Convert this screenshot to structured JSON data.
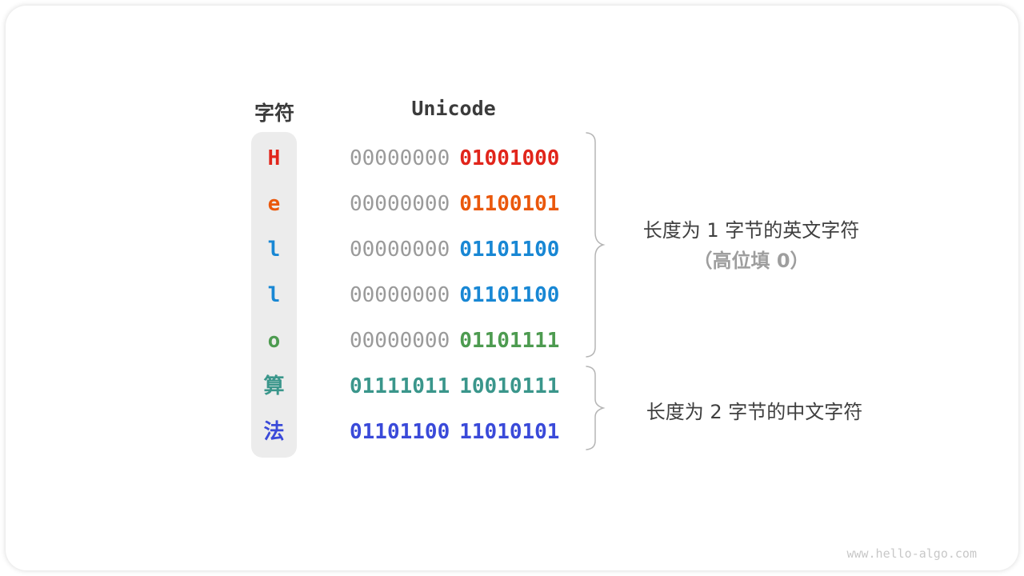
{
  "page": {
    "watermark": "www.hello-algo.com"
  },
  "table": {
    "headers": {
      "char": "字符",
      "unicode": "Unicode"
    },
    "muted_zero_color": "#9a9a9a",
    "rows": [
      {
        "char": "H",
        "byte1": "00000000",
        "byte2": "01001000",
        "color": "#e1251b",
        "byte1_color": "#9a9a9a"
      },
      {
        "char": "e",
        "byte1": "00000000",
        "byte2": "01100101",
        "color": "#ea580c",
        "byte1_color": "#9a9a9a"
      },
      {
        "char": "l",
        "byte1": "00000000",
        "byte2": "01101100",
        "color": "#1887d4",
        "byte1_color": "#9a9a9a"
      },
      {
        "char": "l",
        "byte1": "00000000",
        "byte2": "01101100",
        "color": "#1887d4",
        "byte1_color": "#9a9a9a"
      },
      {
        "char": "o",
        "byte1": "00000000",
        "byte2": "01101111",
        "color": "#4d9b50",
        "byte1_color": "#9a9a9a"
      },
      {
        "char": "算",
        "byte1": "01111011",
        "byte2": "10010111",
        "color": "#3a968b",
        "byte1_color": "#3a968b"
      },
      {
        "char": "法",
        "byte1": "01101100",
        "byte2": "11010101",
        "color": "#3a4ad9",
        "byte1_color": "#3a4ad9"
      }
    ]
  },
  "annotations": {
    "group1_line1": "长度为 1 字节的英文字符",
    "group1_line2": "（高位填 0）",
    "group2": "长度为 2 字节的中文字符"
  },
  "colors": {
    "heading_text": "#3b3b3b",
    "note_text": "#3f3f3f",
    "note_muted": "#9e9e9e",
    "brace": "#b5b5b5",
    "char_column_bg": "#ececec",
    "watermark": "#c8c8c8"
  }
}
